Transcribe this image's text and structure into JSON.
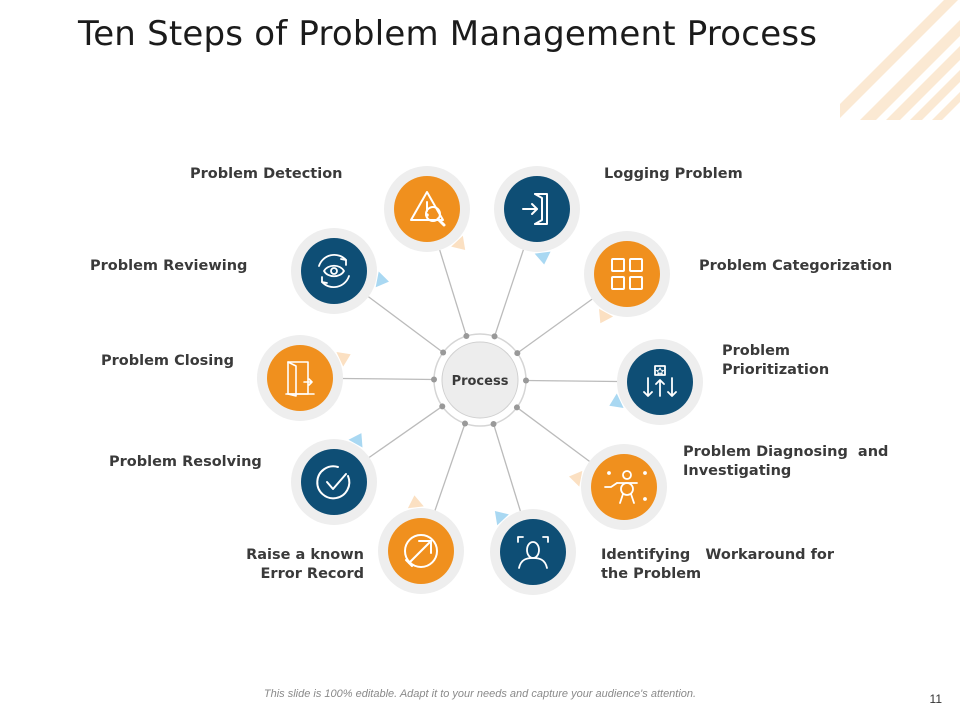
{
  "slide": {
    "title": "Ten Steps of Problem Management Process",
    "footer": "This slide is 100% editable. Adapt it to your needs and capture your audience's attention.",
    "page_number": "11"
  },
  "colors": {
    "orange": "#F0901E",
    "blue": "#0E4E75",
    "ring": "#EEEEEE",
    "connector": "#BBBBBB"
  },
  "center": {
    "label": "Process"
  },
  "steps": [
    {
      "label": "Problem Detection",
      "icon": "warning-magnifier-icon",
      "color": "orange"
    },
    {
      "label": "Logging Problem",
      "icon": "login-door-icon",
      "color": "blue"
    },
    {
      "label": "Problem Categorization",
      "icon": "grid-categories-icon",
      "color": "orange"
    },
    {
      "label": "Problem\nPrioritization",
      "icon": "priority-arrows-icon",
      "color": "blue"
    },
    {
      "label": "Problem Diagnosing  and\nInvestigating",
      "icon": "investigation-figure-icon",
      "color": "orange"
    },
    {
      "label": "Identifying   Workaround for\nthe Problem",
      "icon": "face-scan-icon",
      "color": "blue"
    },
    {
      "label": "Raise a known\nError Record",
      "icon": "target-arrow-icon",
      "color": "orange"
    },
    {
      "label": "Problem Resolving",
      "icon": "checkmark-circle-icon",
      "color": "blue"
    },
    {
      "label": "Problem Closing",
      "icon": "open-door-icon",
      "color": "orange"
    },
    {
      "label": "Problem Reviewing",
      "icon": "eye-refresh-icon",
      "color": "blue"
    }
  ]
}
